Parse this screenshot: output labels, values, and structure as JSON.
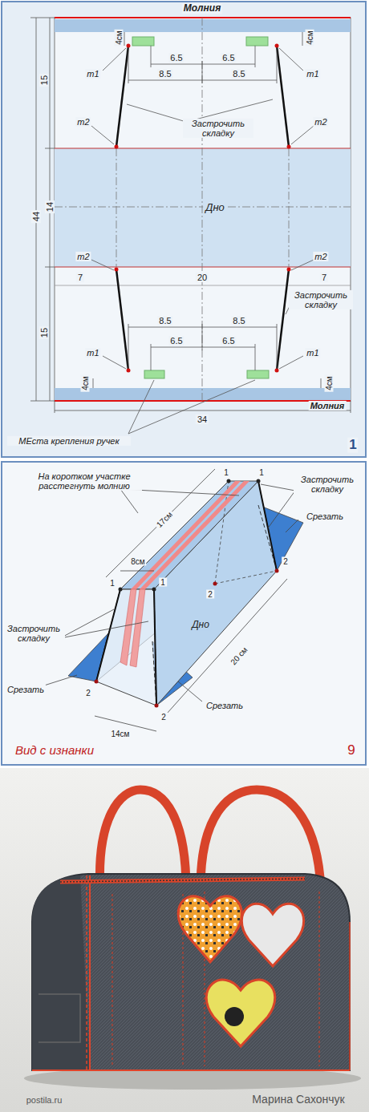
{
  "diagram": {
    "nodes": [
      {
        "text": [
          "Дно"
        ]
      }
    ],
    "labels": [
      "Молния",
      "4см",
      "4см",
      "6.5",
      "6.5",
      "8.5",
      "8.5",
      "m1",
      "m1",
      "m2",
      "m2",
      "Застрочить складку",
      "15",
      "44",
      "14",
      "m2",
      "m2",
      "7",
      "20",
      "7",
      "Застрочить складку",
      "15",
      "8.5",
      "8.5",
      "6.5",
      "6.5",
      "m1",
      "m1",
      "4см",
      "4см",
      "Молния",
      "34",
      "МЕста крепления ручек",
      "1",
      "На коротком участке расстегнуть молнию",
      "1",
      "1",
      "Застрочить складку",
      "17см",
      "Срезать",
      "8см",
      "Застрочить складку",
      "1",
      "1",
      "2",
      "2",
      "Дно",
      "Срезать",
      "2",
      "14см",
      "2",
      "20 см",
      "Срезать",
      "Вид с изнанки",
      "9",
      "Марина Сахончук",
      "postila.ru"
    ]
  }
}
